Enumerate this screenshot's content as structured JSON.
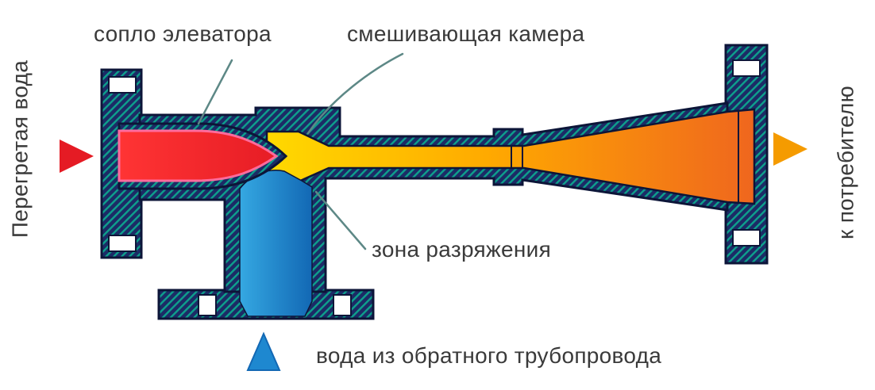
{
  "labels": {
    "superheated_water": "Перегретая вода",
    "elevator_nozzle": "сопло элеватора",
    "mixing_chamber": "смешивающая камера",
    "vacuum_zone": "зона разряжения",
    "return_water": "вода из обратного трубопровода",
    "to_consumer": "к потребителю"
  },
  "icons": {
    "hot_water_arrow": "right-arrow",
    "consumer_arrow": "right-arrow",
    "return_water_arrow": "up-arrow"
  },
  "colors": {
    "hot-water": "#e51b24",
    "hot-water-rim": "#ff6b9d",
    "mixed-start": "#ffd900",
    "mixed-mid": "#ffaa00",
    "mixed-end": "#ef661e",
    "return-water-light": "#35a8e2",
    "return-water-dark": "#1268b4",
    "return-arrow": "#1e88d0",
    "wall-navy": "#1c2b66",
    "wall-teal": "#0ea08c",
    "outline": "#0c1538",
    "consumer-arrow": "#f59b00",
    "leader": "#5d8886",
    "text": "#3a3a3a"
  }
}
